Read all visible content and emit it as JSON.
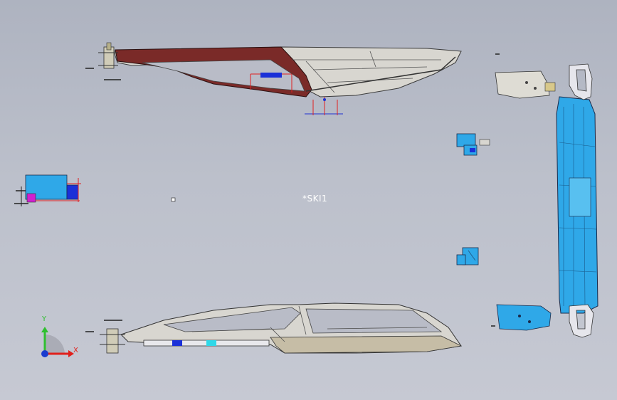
{
  "viewport": {
    "sketch_label": "*SKI1"
  },
  "triad": {
    "x_label": "X",
    "y_label": "Y",
    "x_color": "#e0201c",
    "y_color": "#2fbf2f",
    "z_color": "#1a3ccf"
  },
  "colors": {
    "background_top": "#aeb3c0",
    "background_bottom": "#c6c9d3",
    "part_blue": "#2fa8e8",
    "part_dark_blue": "#1a30d8",
    "panel_red": "#7a2a28",
    "panel_grey": "#d8d6d0",
    "sketch_red": "#e02020",
    "sketch_blue": "#2030d0"
  }
}
